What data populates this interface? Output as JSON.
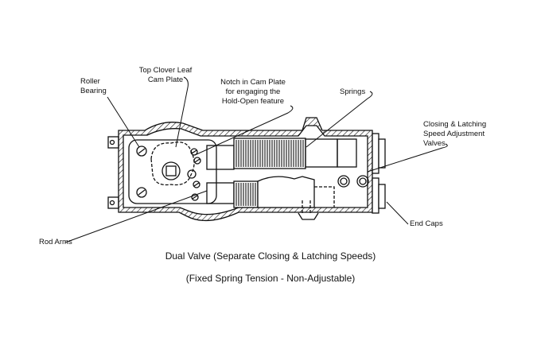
{
  "labels": {
    "roller_bearing": [
      "Roller",
      "Bearing"
    ],
    "cam_plate": [
      "Top Clover Leaf",
      "Cam Plate"
    ],
    "notch": [
      "Notch in Cam Plate",
      "for engaging the",
      "Hold-Open feature"
    ],
    "springs": "Springs",
    "valves": [
      "Closing & Latching",
      "Speed Adjustment",
      "Valves"
    ],
    "end_caps": "End Caps",
    "rod_arms": "Rod Arms"
  },
  "caption": {
    "title": "Dual Valve (Separate Closing & Latching Speeds)",
    "subtitle": "(Fixed Spring Tension - Non-Adjustable)"
  }
}
